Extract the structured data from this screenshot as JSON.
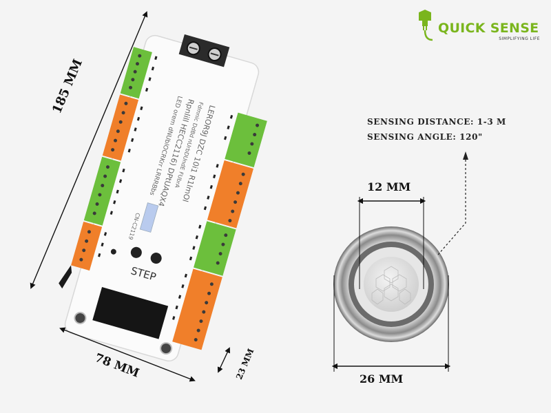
{
  "brand": {
    "name": "QUICK SENSE",
    "tagline": "SIMPLIFYING LIFE",
    "color": "#7ab51d"
  },
  "controller": {
    "button_label": "STEP",
    "board_text": [
      "LEROR9J DZC 10i1 R1lmOl",
      "Fdmnic DdBd nUrbDUndE FUbrA",
      "Rpnlill HECC2116) DPtUAQX4",
      "LED orem dNUblOCRKrr LRRRBbs"
    ],
    "model_text": "CN-C2119",
    "terminal_colors": [
      "#6cbf3c",
      "#f07f2a"
    ]
  },
  "dimensions": {
    "length": "185 MM",
    "width": "78 MM",
    "depth": "23 MM",
    "sensor_hole": "12 MM",
    "sensor_diameter": "26 MM"
  },
  "sensor": {
    "distance_label": "SENSING DISTANCE: 1-3 M",
    "angle_label": "SENSING ANGLE: 120\""
  }
}
